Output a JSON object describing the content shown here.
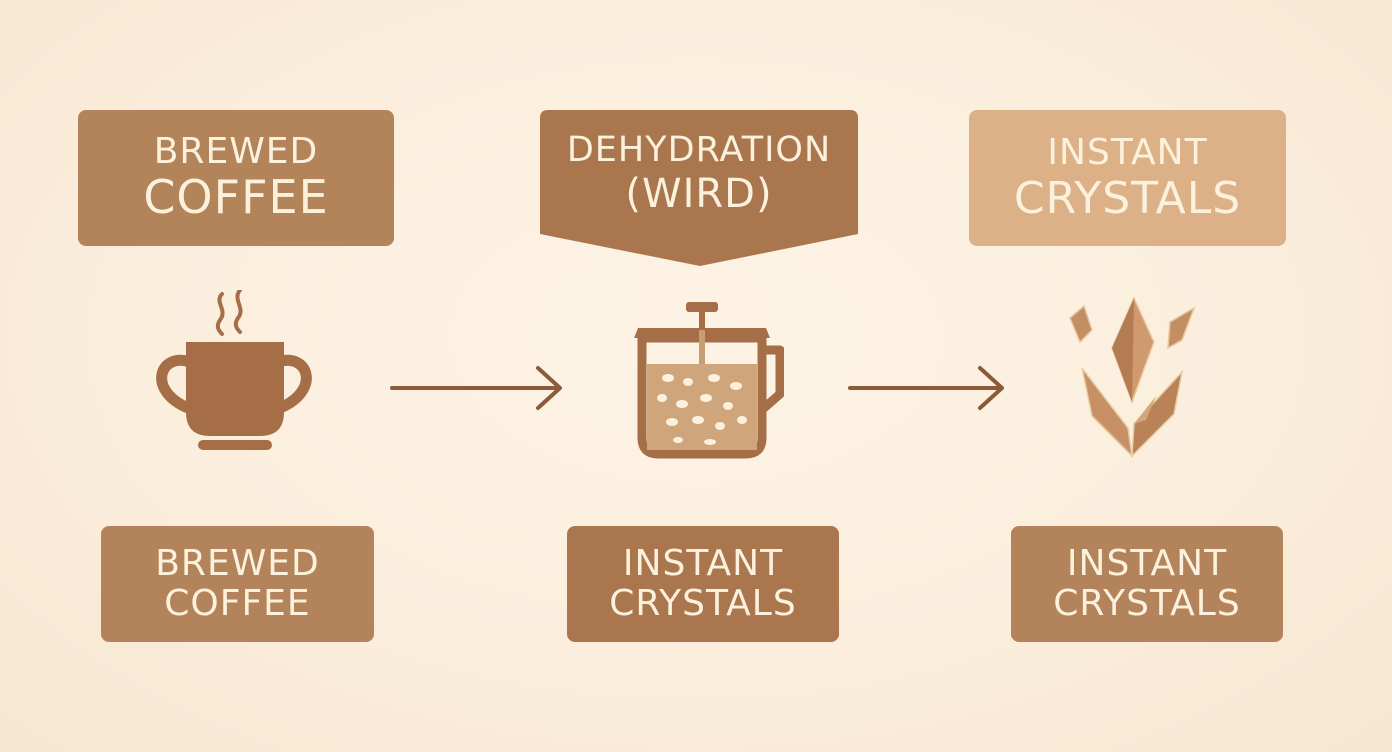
{
  "colors": {
    "background": "#fbeedd",
    "box_dark": "#a9764e",
    "box_medium": "#b3835a",
    "box_light": "#ddb188",
    "icon_brown": "#a56e47",
    "arrow_brown": "#8c5a3a",
    "text_cream": "#fbf1dc"
  },
  "top_labels": {
    "left": {
      "line1": "BREWED",
      "line2": "COFFEE"
    },
    "middle": {
      "line1": "DEHYDRATION",
      "line2": "(WIRD)"
    },
    "right": {
      "line1": "INSTANT",
      "line2": "CRYSTALS"
    }
  },
  "icons": {
    "left": "steaming-cup-icon",
    "middle": "french-press-icon",
    "right": "crystals-icon"
  },
  "bottom_labels": {
    "left": {
      "line1": "BREWED",
      "line2": "COFFEE"
    },
    "middle": {
      "line1": "INSTANT",
      "line2": "CRYSTALS"
    },
    "right": {
      "line1": "INSTANT",
      "line2": "CRYSTALS"
    }
  }
}
